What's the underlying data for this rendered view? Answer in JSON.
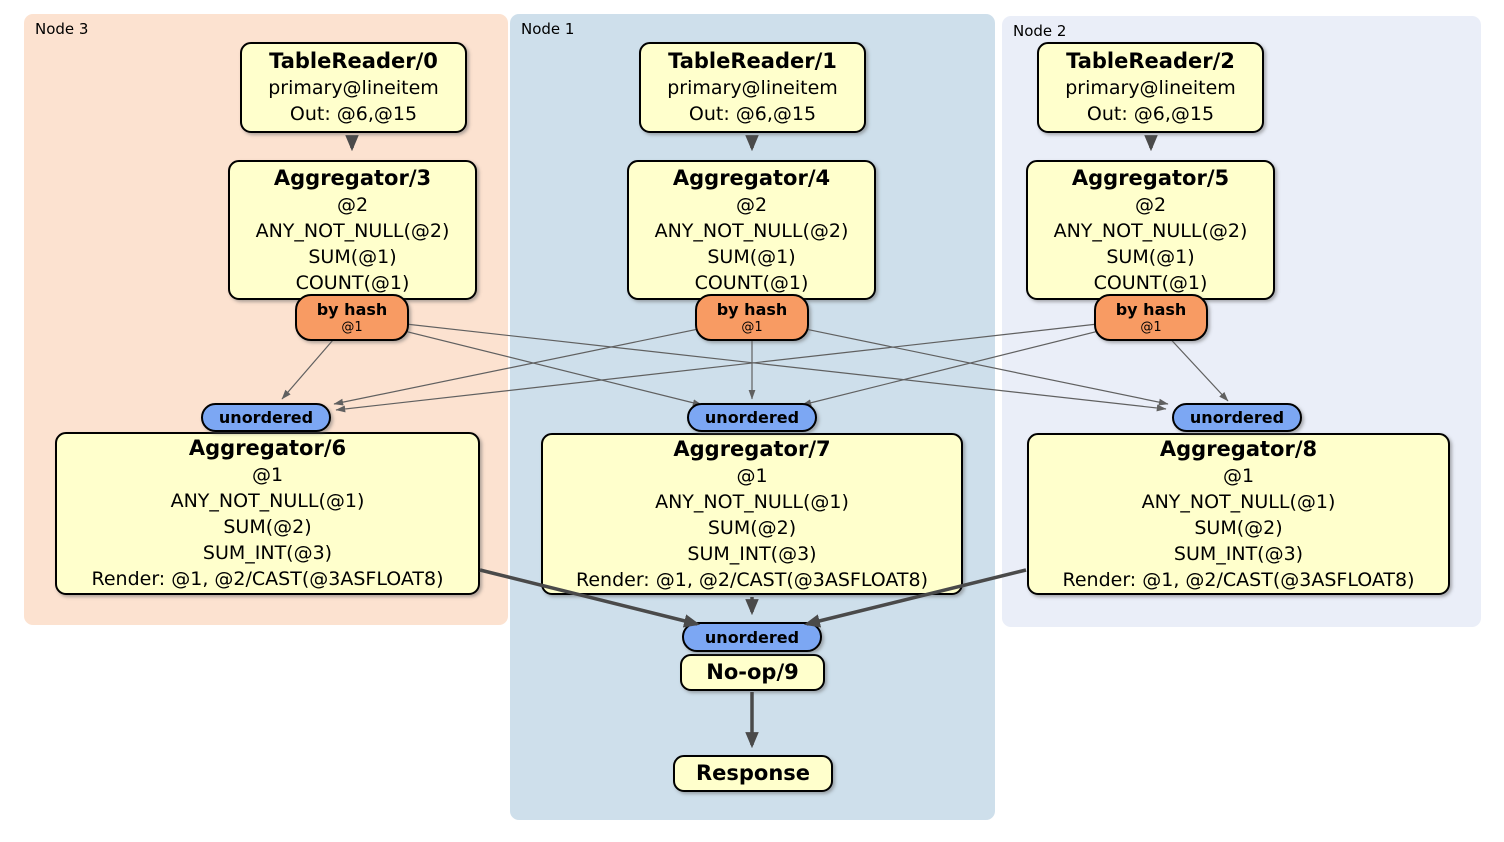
{
  "regions": {
    "node3": {
      "label": "Node 3",
      "color": "#FCE2D0"
    },
    "node1": {
      "label": "Node 1",
      "color": "#CEDFEB"
    },
    "node2": {
      "label": "Node 2",
      "color": "#EAEEF8"
    }
  },
  "processors": {
    "tr0": {
      "title": "TableReader/0",
      "lines": [
        "primary@lineitem",
        "Out: @6,@15"
      ]
    },
    "tr1": {
      "title": "TableReader/1",
      "lines": [
        "primary@lineitem",
        "Out: @6,@15"
      ]
    },
    "tr2": {
      "title": "TableReader/2",
      "lines": [
        "primary@lineitem",
        "Out: @6,@15"
      ]
    },
    "agg3": {
      "title": "Aggregator/3",
      "lines": [
        "@2",
        "ANY_NOT_NULL(@2)",
        "SUM(@1)",
        "COUNT(@1)"
      ]
    },
    "agg4": {
      "title": "Aggregator/4",
      "lines": [
        "@2",
        "ANY_NOT_NULL(@2)",
        "SUM(@1)",
        "COUNT(@1)"
      ]
    },
    "agg5": {
      "title": "Aggregator/5",
      "lines": [
        "@2",
        "ANY_NOT_NULL(@2)",
        "SUM(@1)",
        "COUNT(@1)"
      ]
    },
    "agg6": {
      "title": "Aggregator/6",
      "lines": [
        "@1",
        "ANY_NOT_NULL(@1)",
        "SUM(@2)",
        "SUM_INT(@3)",
        "Render: @1, @2/CAST(@3ASFLOAT8)"
      ]
    },
    "agg7": {
      "title": "Aggregator/7",
      "lines": [
        "@1",
        "ANY_NOT_NULL(@1)",
        "SUM(@2)",
        "SUM_INT(@3)",
        "Render: @1, @2/CAST(@3ASFLOAT8)"
      ]
    },
    "agg8": {
      "title": "Aggregator/8",
      "lines": [
        "@1",
        "ANY_NOT_NULL(@1)",
        "SUM(@2)",
        "SUM_INT(@3)",
        "Render: @1, @2/CAST(@3ASFLOAT8)"
      ]
    },
    "noop": {
      "title": "No-op/9"
    },
    "response": {
      "title": "Response"
    }
  },
  "router": {
    "label": "by hash",
    "detail": "@1",
    "color": "#F89B63"
  },
  "synchronizer": {
    "label": "unordered",
    "color": "#7CA7F3"
  },
  "styles": {
    "processor_fill": "#FFFFCC",
    "edge_thin_color": "#606060",
    "edge_thick_color": "#4A4A4A"
  }
}
